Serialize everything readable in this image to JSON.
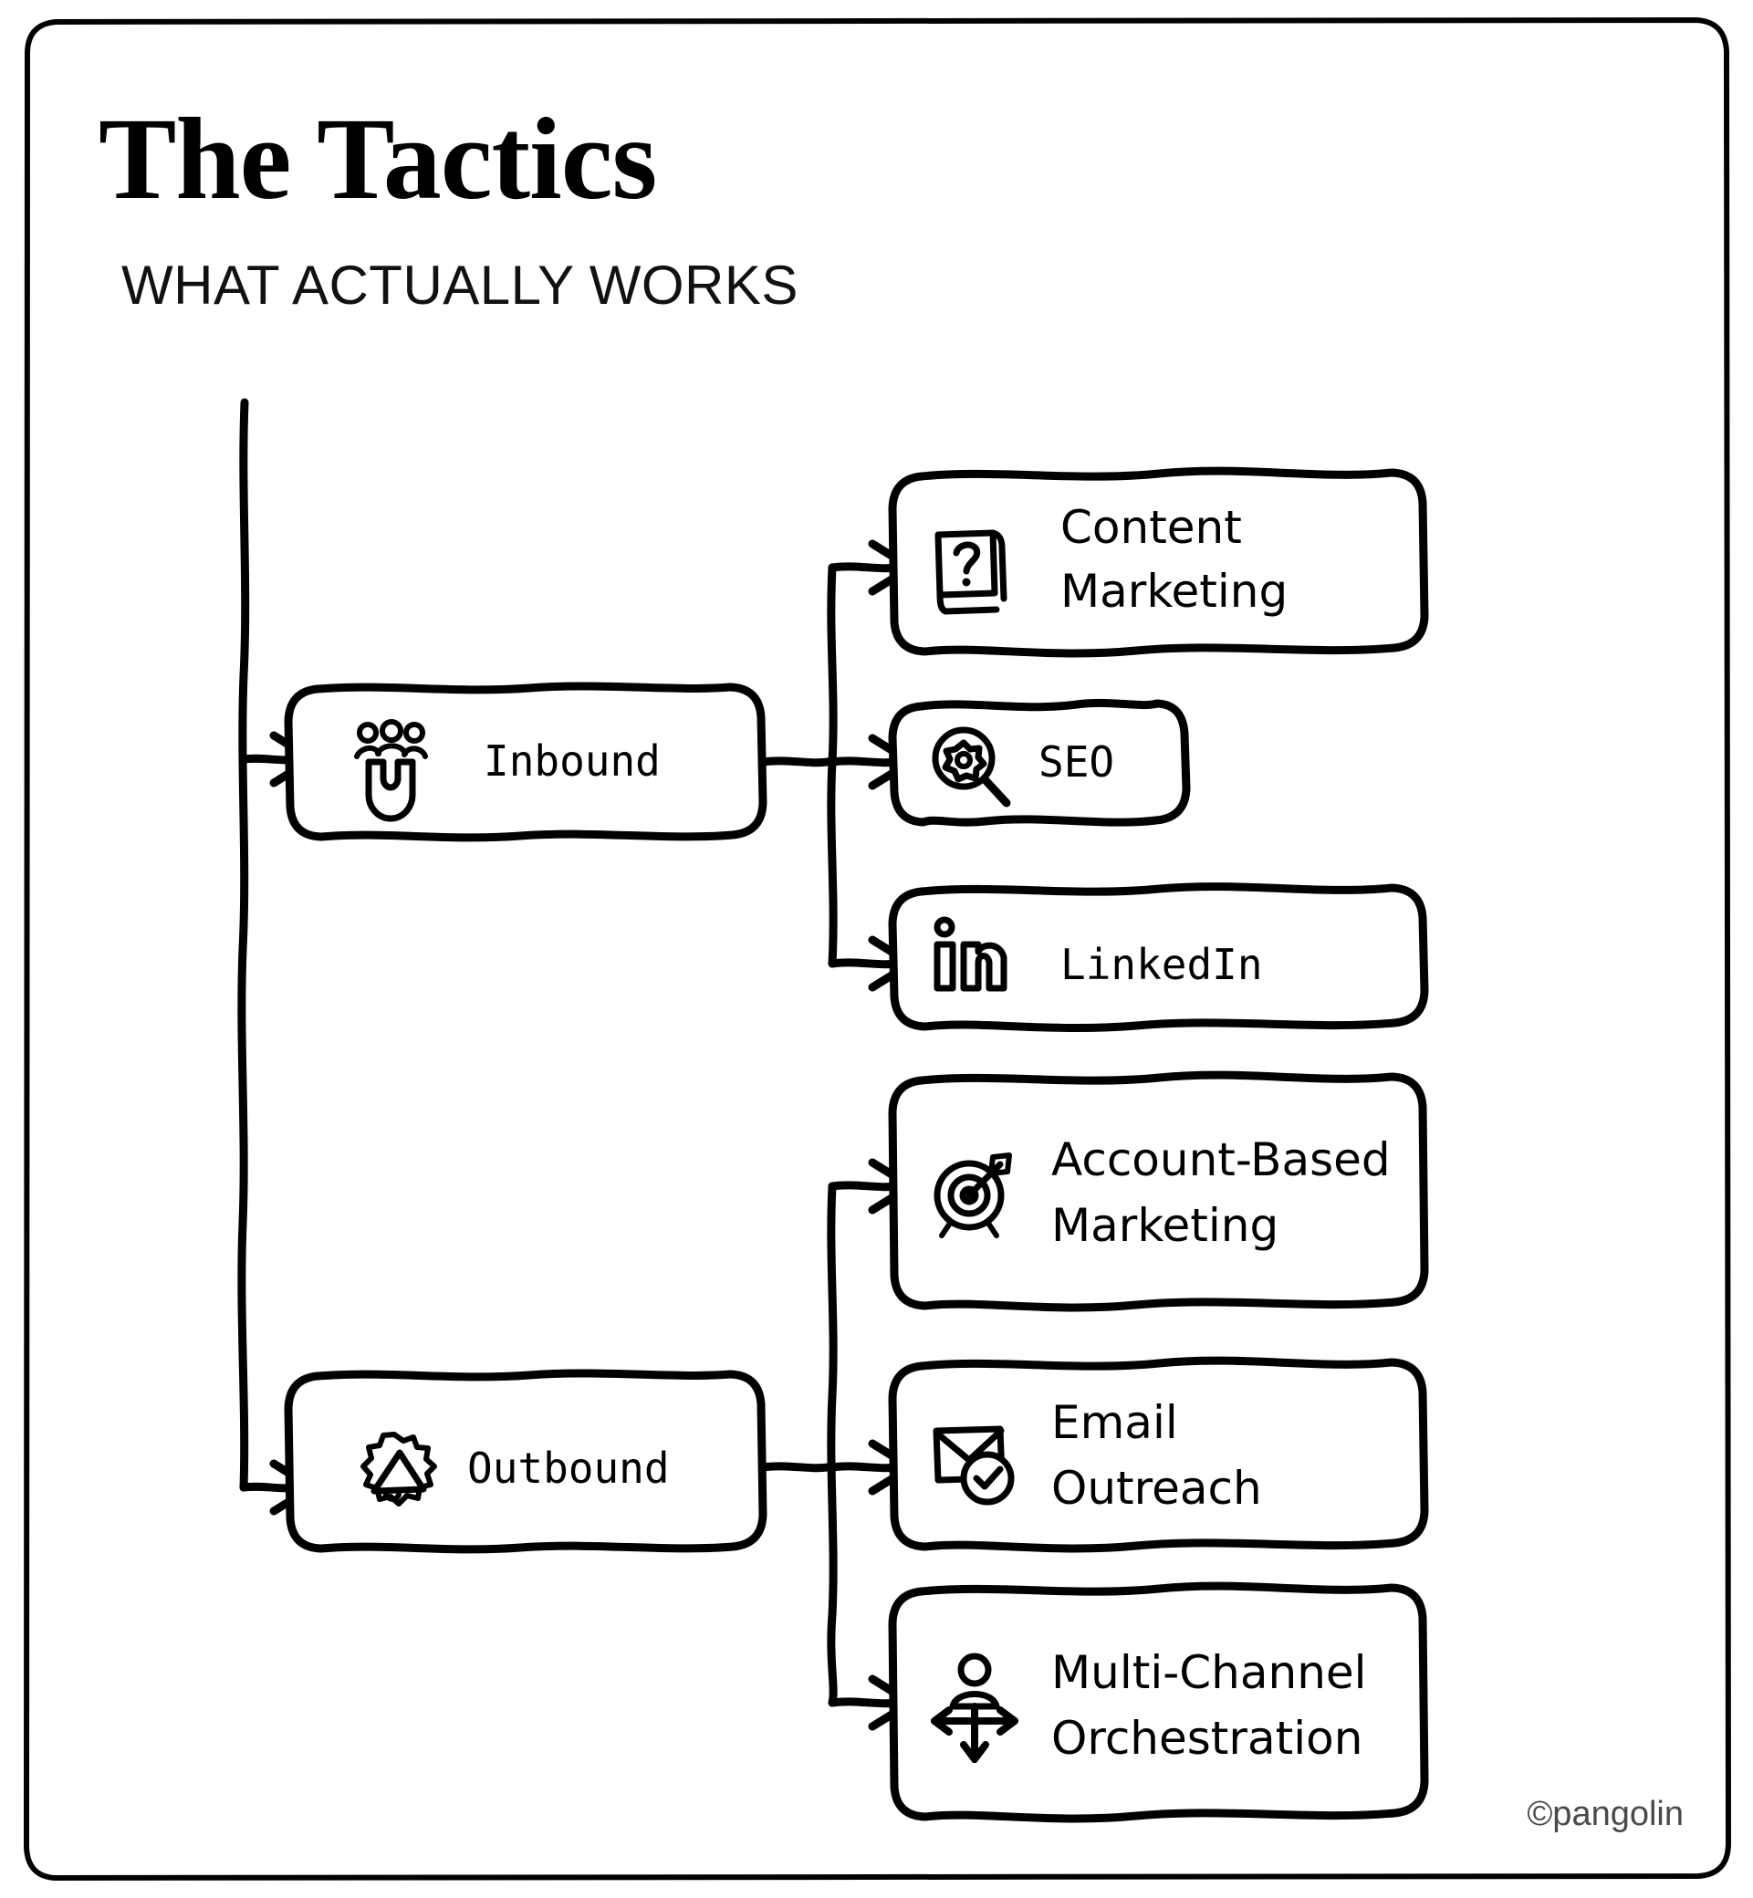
{
  "header": {
    "title": "The Tactics",
    "subtitle": "WHAT ACTUALLY WORKS"
  },
  "watermark": "©pangolin",
  "colors": {
    "ink": "#000000",
    "background": "#ffffff",
    "watermark": "#4a4a4a"
  },
  "diagram": {
    "type": "tree",
    "orientation": "left-to-right",
    "root_spine": true,
    "branches": [
      {
        "id": "inbound",
        "label": "Inbound",
        "icon": "magnet-audience-icon",
        "children": [
          {
            "id": "content-marketing",
            "label_line1": "Content",
            "label_line2": "Marketing",
            "label": "Content Marketing",
            "icon": "book-question-icon"
          },
          {
            "id": "seo",
            "label_line1": "SEO",
            "label_line2": "",
            "label": "SEO",
            "icon": "magnifier-gear-icon"
          },
          {
            "id": "linkedin",
            "label_line1": "LinkedIn",
            "label_line2": "",
            "label": "LinkedIn",
            "icon": "linkedin-icon"
          }
        ]
      },
      {
        "id": "outbound",
        "label": "Outbound",
        "icon": "megaphone-burst-icon",
        "children": [
          {
            "id": "account-based-marketing",
            "label_line1": "Account-Based",
            "label_line2": "Marketing",
            "label": "Account-Based Marketing",
            "icon": "target-dart-icon"
          },
          {
            "id": "email-outreach",
            "label_line1": "Email",
            "label_line2": "Outreach",
            "label": "Email Outreach",
            "icon": "envelope-check-icon"
          },
          {
            "id": "multi-channel-orchestration",
            "label_line1": "Multi-Channel",
            "label_line2": "Orchestration",
            "label": "Multi-Channel Orchestration",
            "icon": "person-arrows-icon"
          }
        ]
      }
    ]
  }
}
